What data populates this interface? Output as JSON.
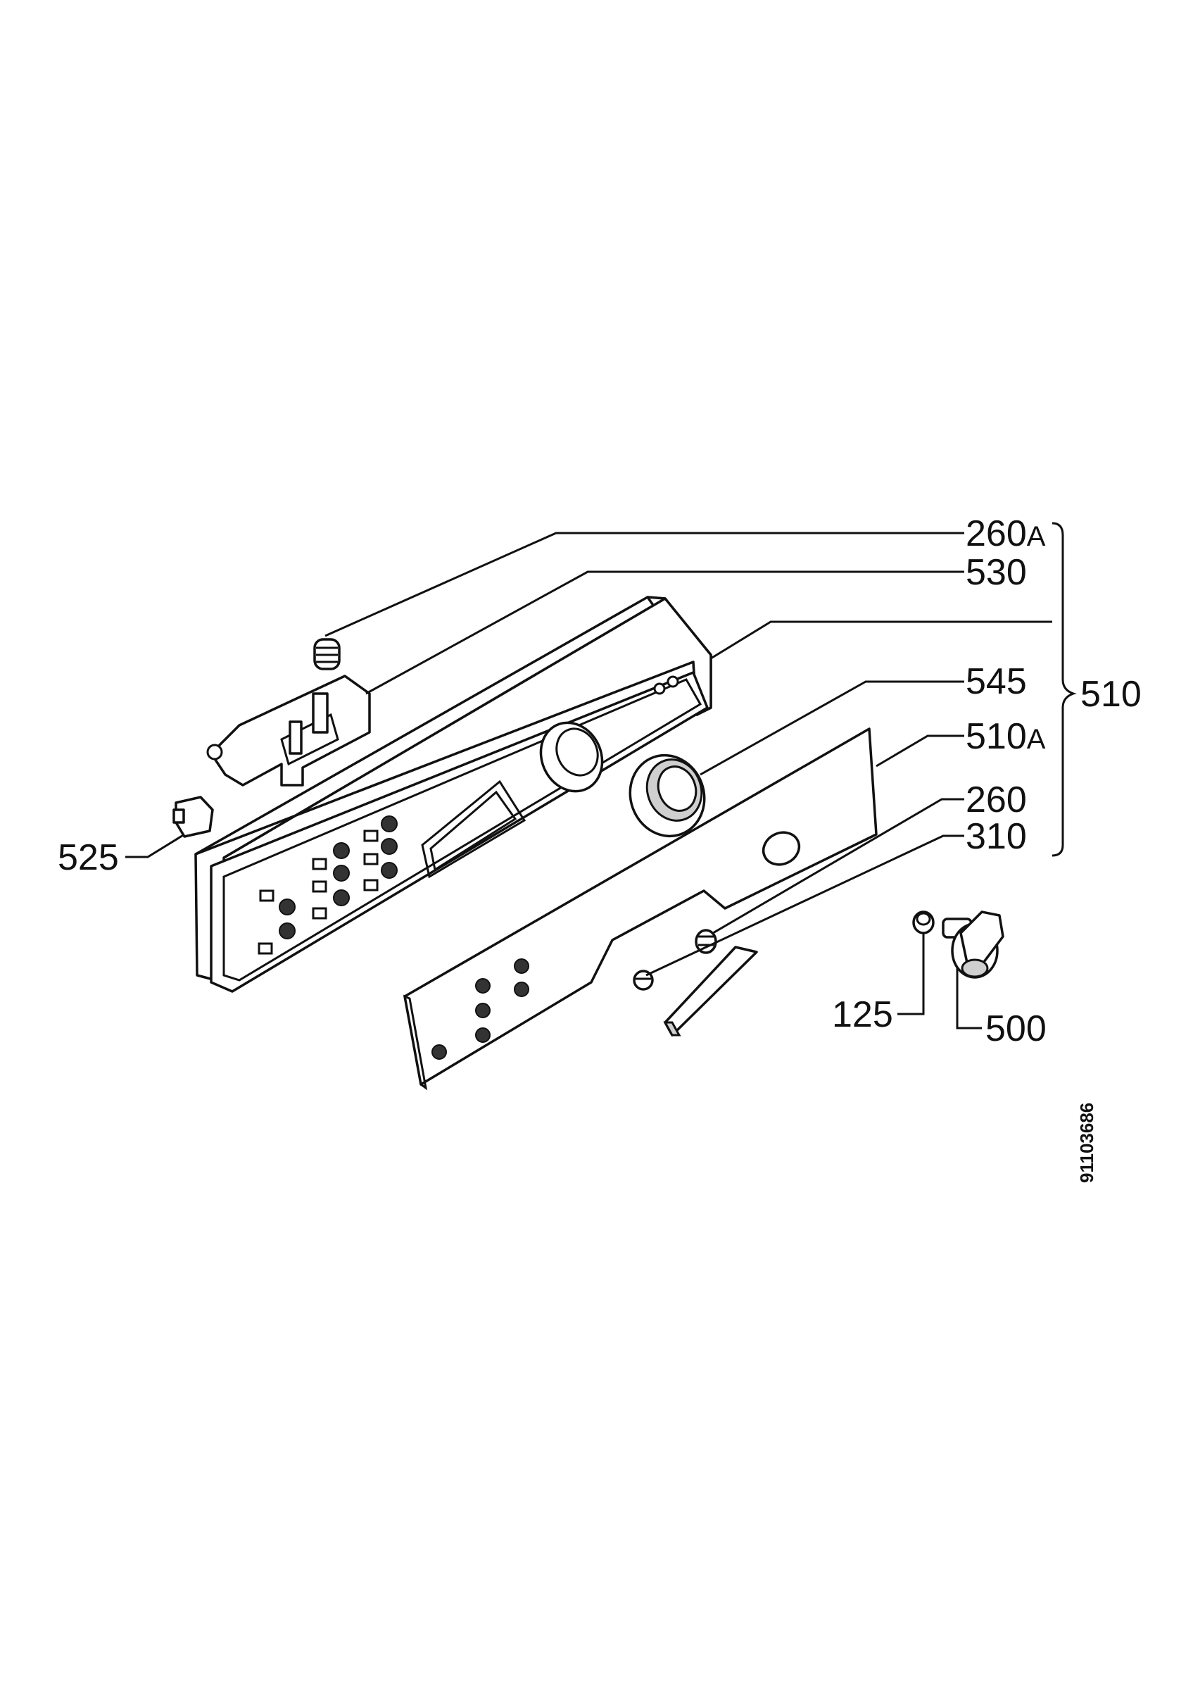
{
  "labels": {
    "p260a_num": "260",
    "p260a_suffix": "A",
    "p530": "530",
    "p545": "545",
    "p510a_num": "510",
    "p510a_suffix": "A",
    "p260": "260",
    "p310": "310",
    "p510": "510",
    "p525": "525",
    "p125": "125",
    "p500": "500"
  },
  "drawing_number": "91103686"
}
